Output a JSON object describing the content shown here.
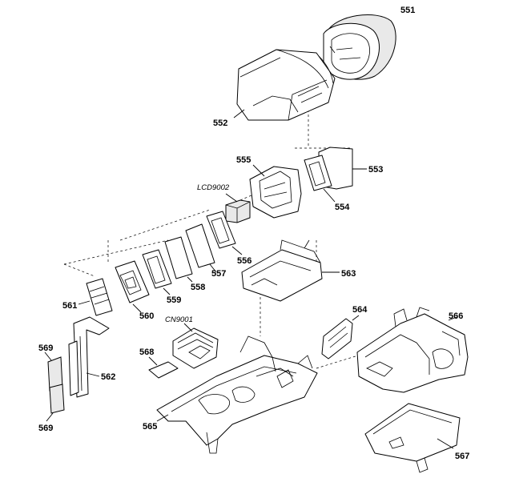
{
  "labels": {
    "p551": "551",
    "p552": "552",
    "p553": "553",
    "p554": "554",
    "p555": "555",
    "lcd9002": "LCD9002",
    "p556": "556",
    "p557": "557",
    "p558": "558",
    "p559": "559",
    "p560": "560",
    "p561": "561",
    "p563": "563",
    "p564": "564",
    "p566": "566",
    "cn9001": "CN9001",
    "p568": "568",
    "p569_top": "569",
    "p569_bottom": "569",
    "p562": "562",
    "p565": "565",
    "p567": "567"
  }
}
